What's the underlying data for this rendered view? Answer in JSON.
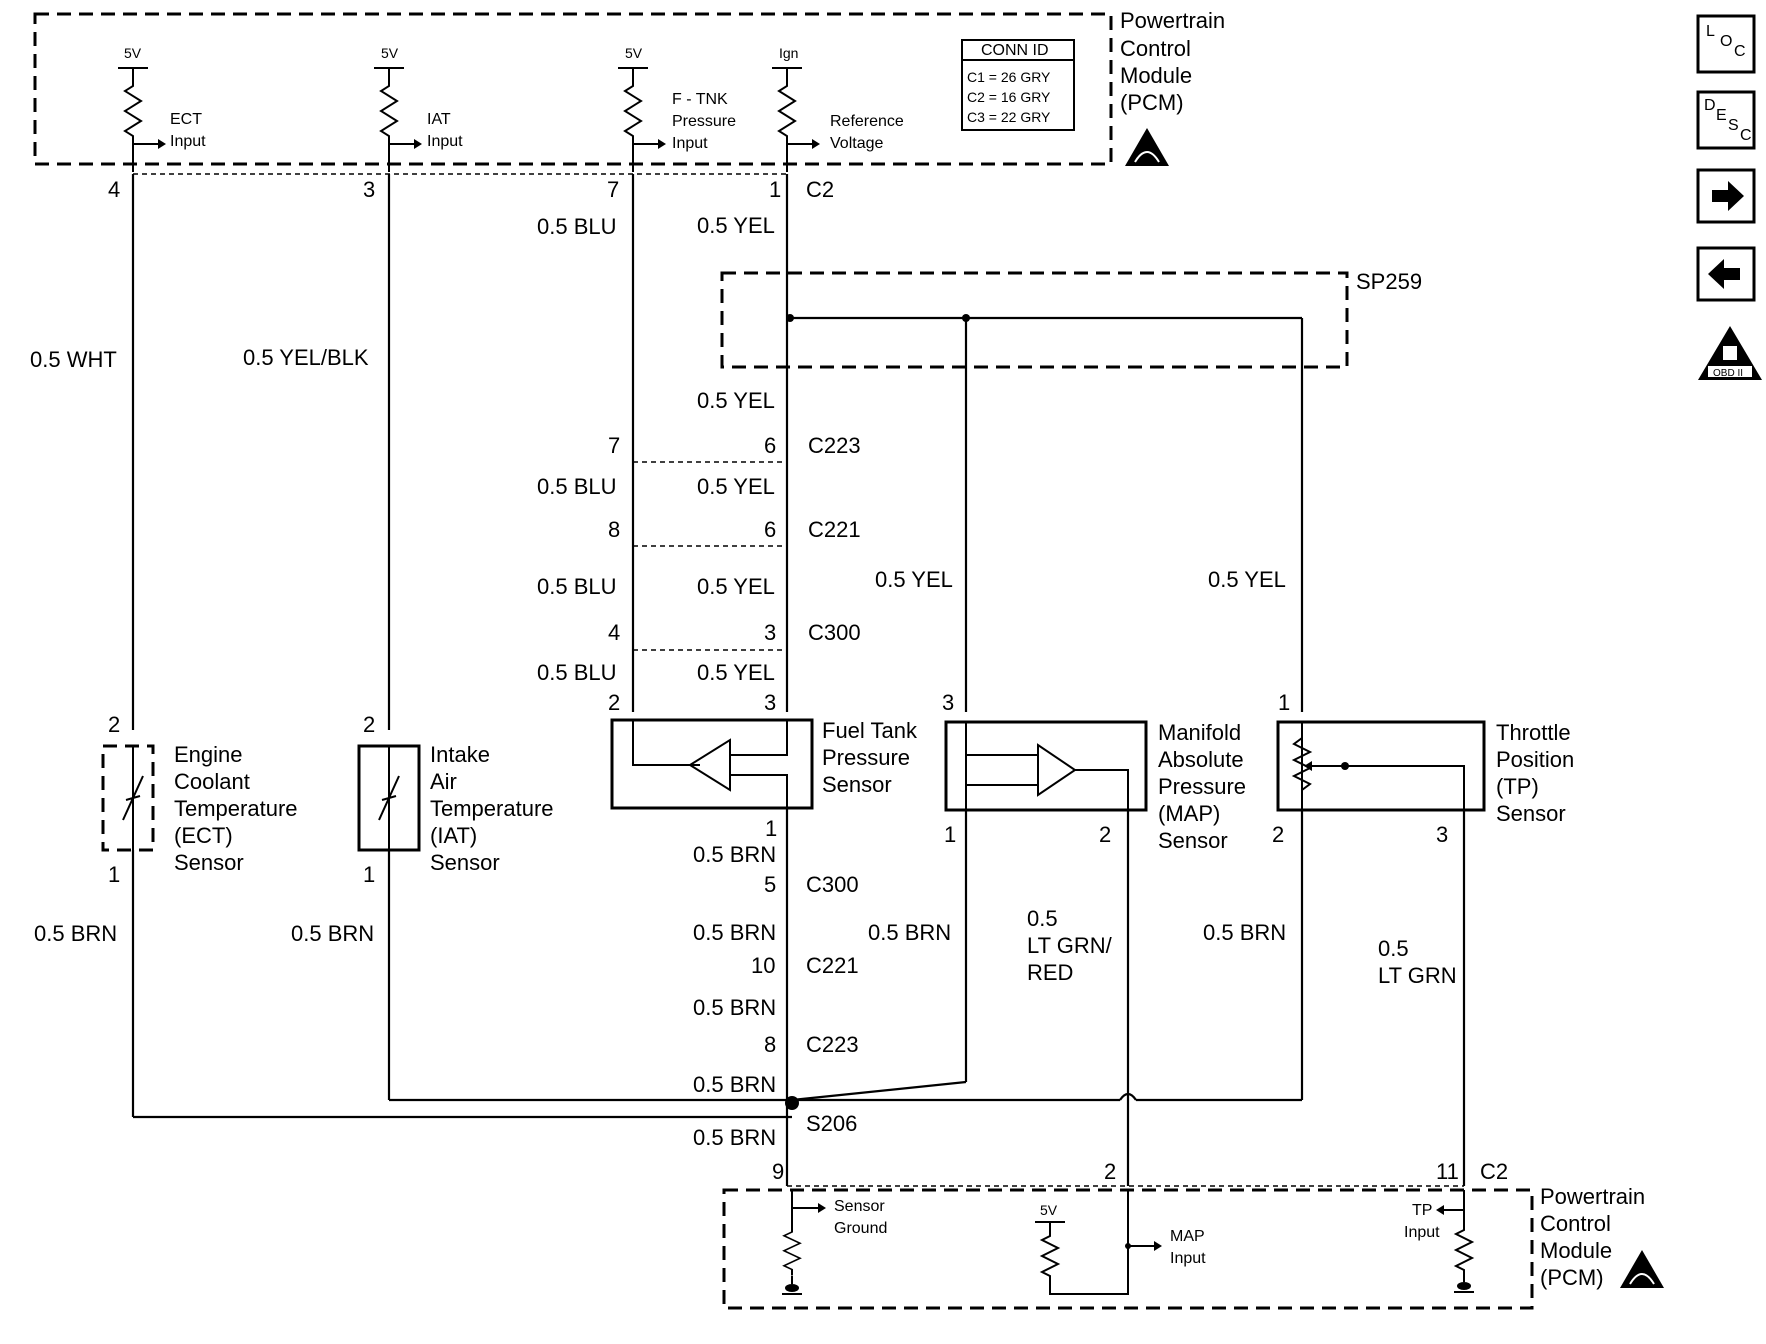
{
  "pcm_top": {
    "title_line1": "Powertrain",
    "title_line2": "Control",
    "title_line3": "Module",
    "title_line4": "(PCM)",
    "conn_header": "CONN ID",
    "conn1": "C1 = 26 GRY",
    "conn2": "C2 = 16 GRY",
    "conn3": "C3 = 22 GRY",
    "v_ect": "5V",
    "v_iat": "5V",
    "v_ftnk": "5V",
    "v_ign": "Ign",
    "ect_in_1": "ECT",
    "ect_in_2": "Input",
    "iat_in_1": "IAT",
    "iat_in_2": "Input",
    "ftnk_1": "F - TNK",
    "ftnk_2": "Pressure",
    "ftnk_3": "Input",
    "ref_1": "Reference",
    "ref_2": "Voltage"
  },
  "pins_top": {
    "p4": "4",
    "p3": "3",
    "p7": "7",
    "p1": "1",
    "c2": "C2"
  },
  "wires": {
    "wht": "0.5 WHT",
    "yelblk": "0.5 YEL/BLK",
    "blu": "0.5 BLU",
    "yel": "0.5 YEL",
    "brn": "0.5 BRN",
    "ltgrnred_1": "0.5",
    "ltgrnred_2": "LT GRN/",
    "ltgrnred_3": "RED",
    "ltgrn_1": "0.5",
    "ltgrn_2": "LT GRN"
  },
  "splice": {
    "sp259": "SP259",
    "s206": "S206"
  },
  "connectors": {
    "c223": "C223",
    "c221": "C221",
    "c300": "C300",
    "n7": "7",
    "n6": "6",
    "n8": "8",
    "n4": "4",
    "n3": "3",
    "n2": "2",
    "n1": "1",
    "n5": "5",
    "n10": "10",
    "n9": "9",
    "n11": "11"
  },
  "sensors": {
    "ect": [
      "Engine",
      "Coolant",
      "Temperature",
      "(ECT)",
      "Sensor"
    ],
    "iat": [
      "Intake",
      "Air",
      "Temperature",
      "(IAT)",
      "Sensor"
    ],
    "ftp": [
      "Fuel Tank",
      "Pressure",
      "Sensor"
    ],
    "map": [
      "Manifold",
      "Absolute",
      "Pressure",
      "(MAP)",
      "Sensor"
    ],
    "tp": [
      "Throttle",
      "Position",
      "(TP)",
      "Sensor"
    ]
  },
  "pcm_bottom": {
    "title_line1": "Powertrain",
    "title_line2": "Control",
    "title_line3": "Module",
    "title_line4": "(PCM)",
    "sg_1": "Sensor",
    "sg_2": "Ground",
    "v_map": "5V",
    "map_1": "MAP",
    "map_2": "Input",
    "tp_1": "TP",
    "tp_2": "Input"
  },
  "side_icons": {
    "loc": [
      "L",
      "O",
      "C"
    ],
    "desc": [
      "D",
      "E",
      "S",
      "C"
    ],
    "obd": "OBD II",
    "icon_names": [
      "loc-icon",
      "desc-icon",
      "forward-arrow-icon",
      "back-arrow-icon",
      "obd2-icon"
    ]
  }
}
